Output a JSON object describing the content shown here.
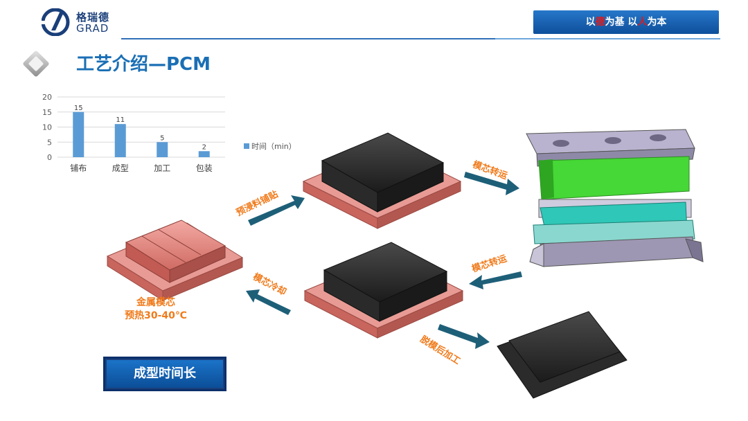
{
  "header": {
    "logo_cn": "格瑞德",
    "logo_en": "GRAD",
    "slogan": {
      "p1": "以",
      "r1": "德",
      "p2": "为基  以",
      "r2": "人",
      "p3": "为本"
    }
  },
  "title": "工艺介绍—PCM",
  "chart_data": {
    "type": "bar",
    "categories": [
      "铺布",
      "成型",
      "加工",
      "包装"
    ],
    "values": [
      15,
      11,
      5,
      2
    ],
    "series_name": "时间（min）",
    "ylim": [
      0,
      20
    ],
    "yticks": [
      0,
      5,
      10,
      15,
      20
    ],
    "grid": true,
    "legend": "right",
    "color": "#5b9bd5"
  },
  "labels": {
    "prepreg": "预浸料铺贴",
    "transfer1": "模芯转运",
    "transfer2": "模芯转运",
    "cooling": "模芯冷却",
    "demold": "脱模后加工",
    "preheat_line1": "金属模芯",
    "preheat_line2": "预热30-40℃"
  },
  "button": "成型时间长",
  "colors": {
    "accent": "#f07a1a",
    "brand": "#1a6fb5",
    "arrow": "#1e5f78"
  }
}
